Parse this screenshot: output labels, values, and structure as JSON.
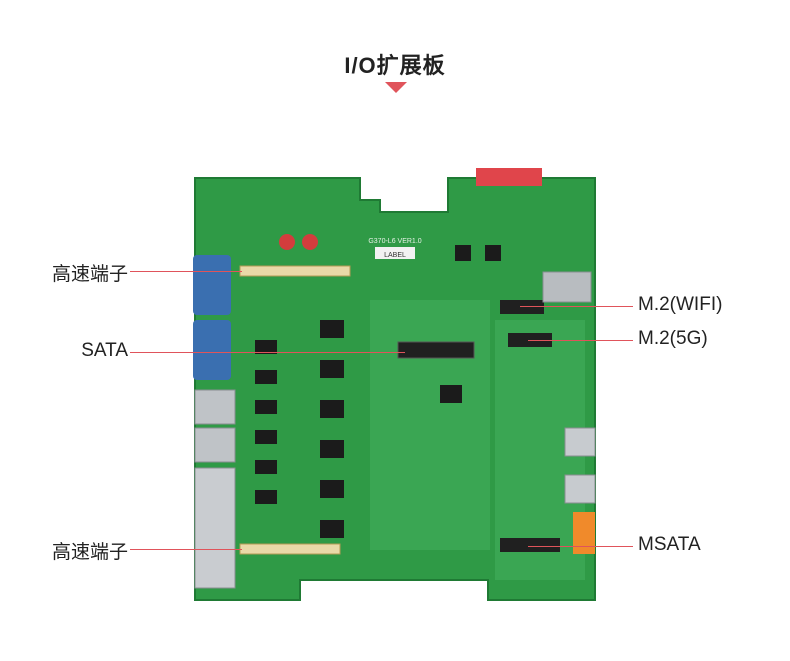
{
  "title": "I/O扩展板",
  "colors": {
    "accent": "#e0545b",
    "pcb": "#2f9a46",
    "pcb_dark": "#1f7a34",
    "text": "#222222"
  },
  "board": {
    "silkscreen_model": "G370-L6 VER1.0",
    "label_sticker": "LABEL"
  },
  "callouts": {
    "high_speed_top": "高速端子",
    "sata": "SATA",
    "high_speed_bottom": "高速端子",
    "m2_wifi": "M.2(WIFI)",
    "m2_5g": "M.2(5G)",
    "msata": "MSATA"
  }
}
